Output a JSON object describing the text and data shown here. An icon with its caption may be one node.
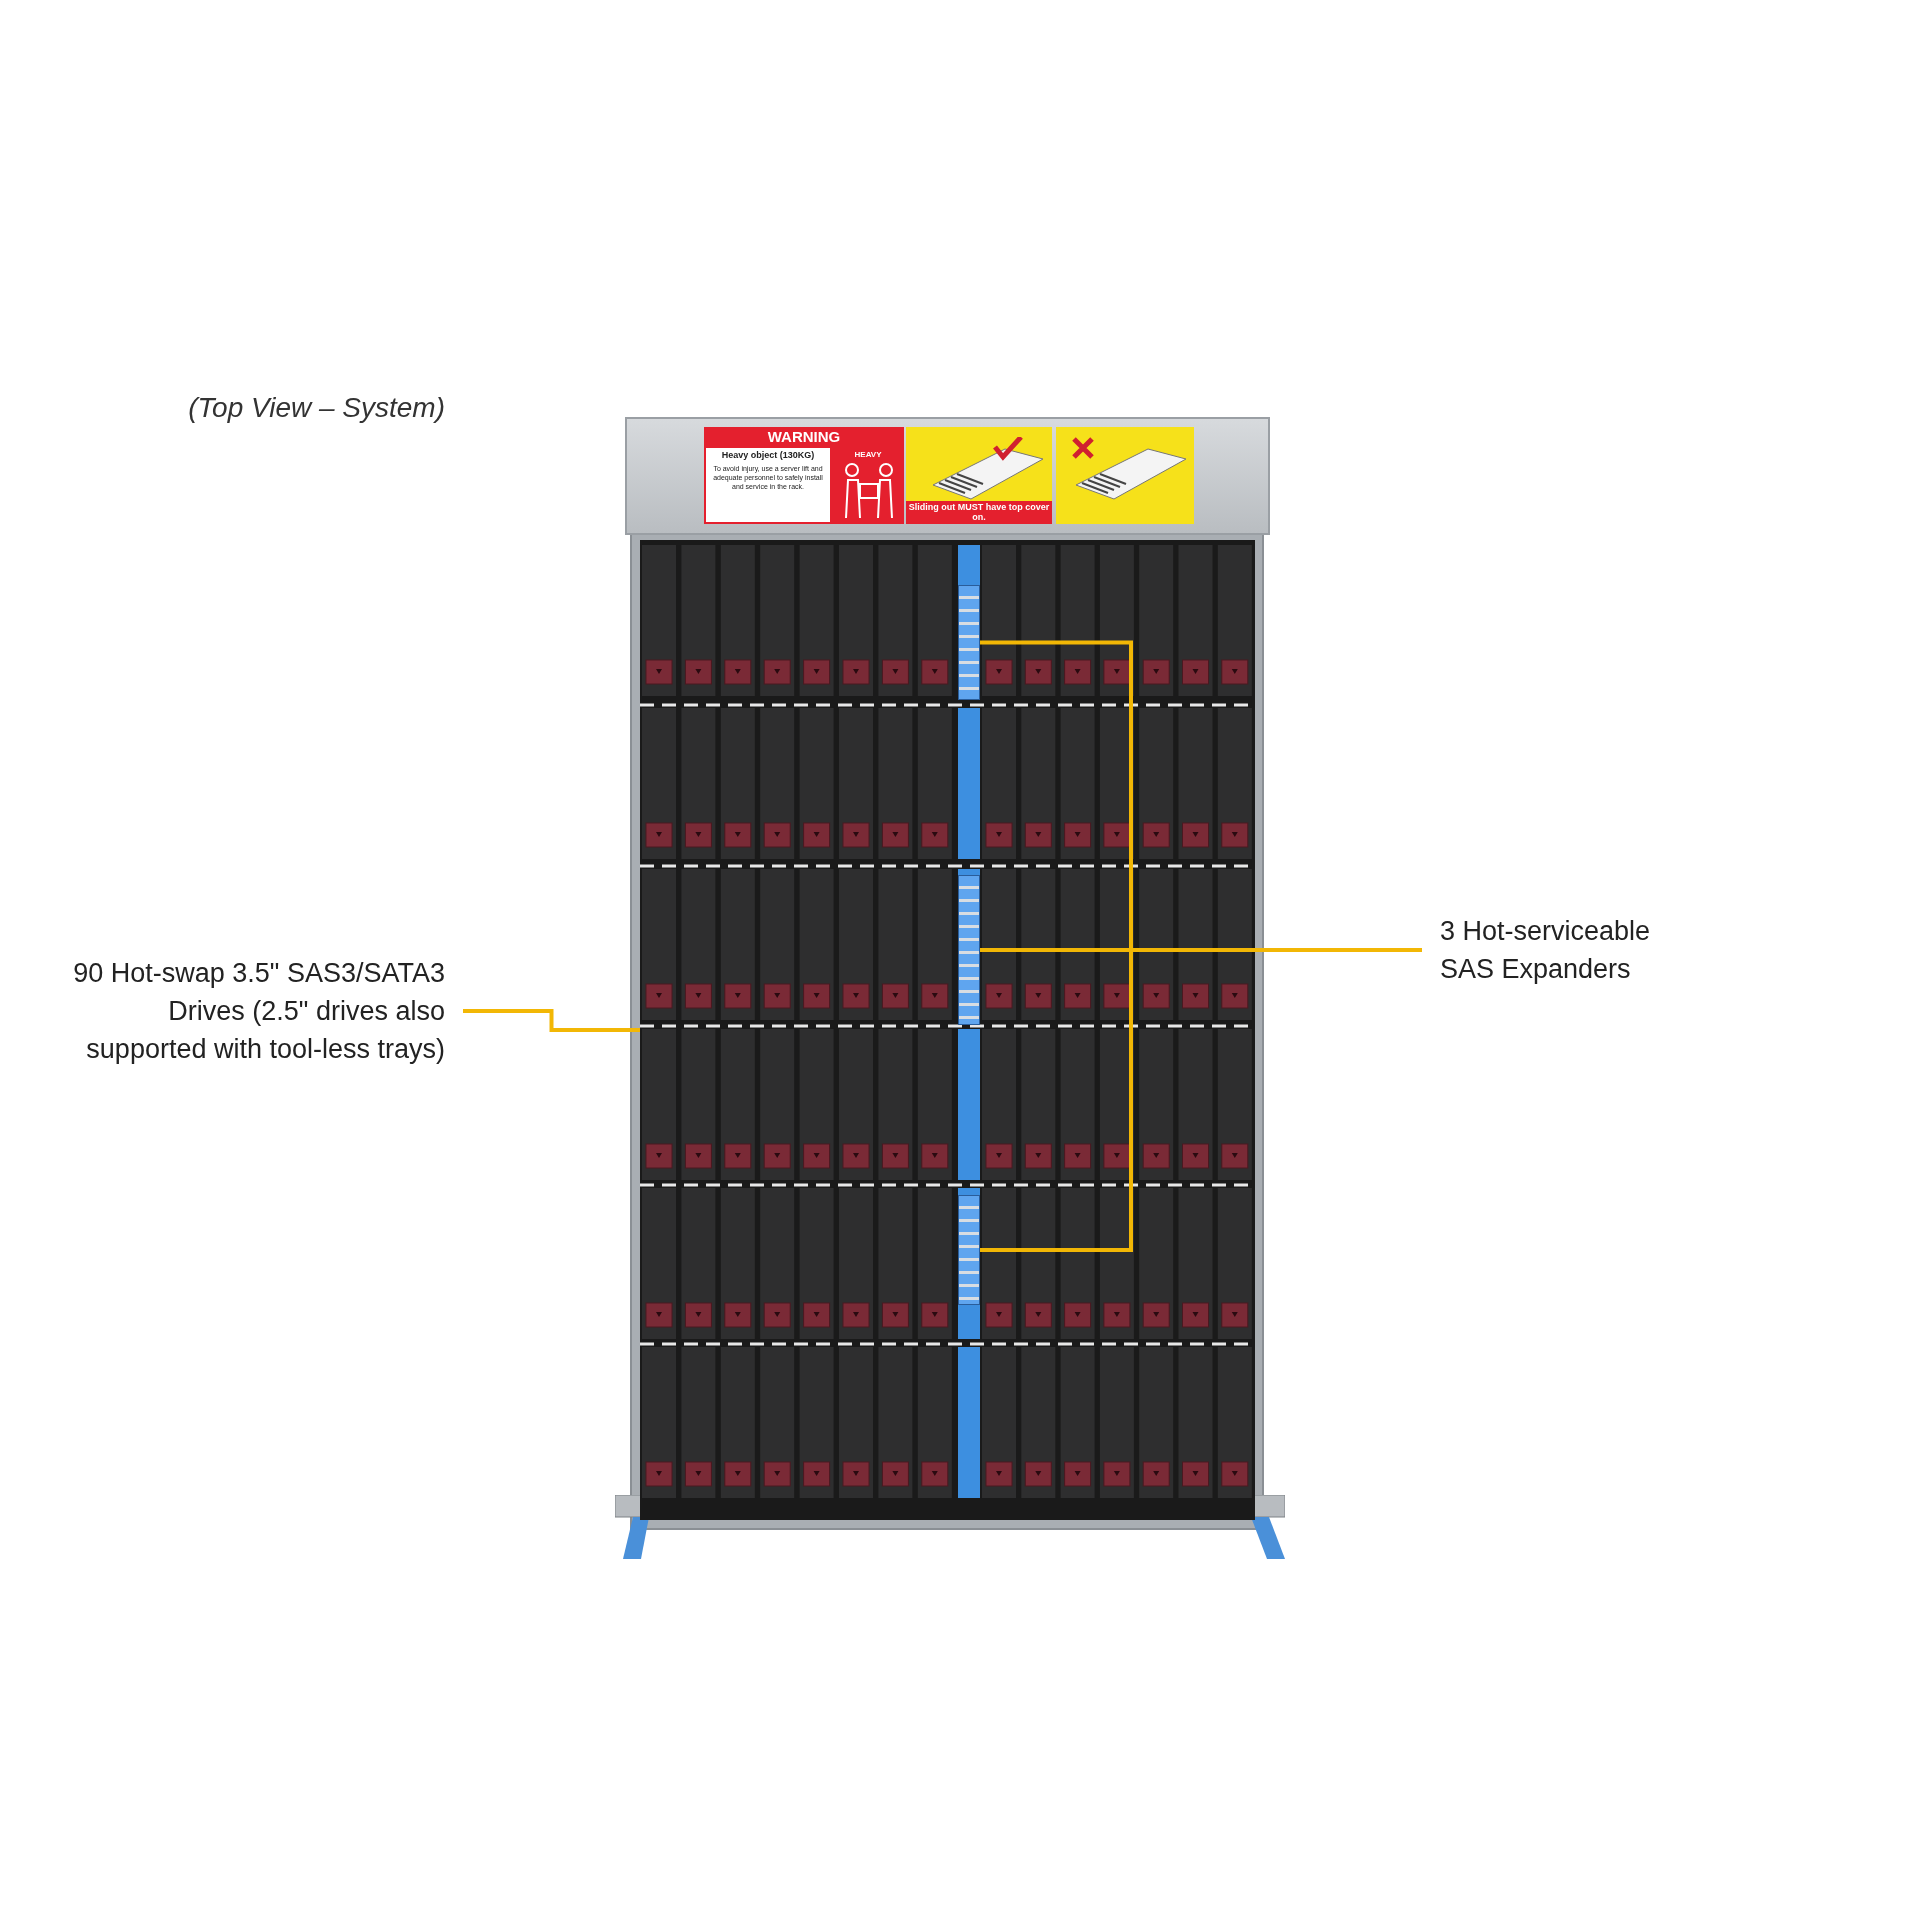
{
  "diagram": {
    "title": "(Top View – System)",
    "nodes": [
      {
        "text": [
          "90 Hot-swap 3.5\" SAS3/SATA3 Drives (2.5\" drives also supported with tool-less trays)"
        ]
      },
      {
        "text": [],
        "shape": "picture"
      },
      {
        "text": [
          "3 Hot-serviceable SAS Expanders"
        ]
      },
      {
        "text": [],
        "shape": "bar",
        "in": 1
      },
      {
        "text": [],
        "shape": "bar",
        "in": 1
      },
      {
        "text": [],
        "shape": "bar",
        "in": 1
      }
    ],
    "edges": [
      {
        "from": 0,
        "to": 1,
        "arrow": "none"
      },
      {
        "from": 2,
        "to": 3,
        "arrow": "none"
      },
      {
        "from": 2,
        "to": 4,
        "arrow": "none"
      },
      {
        "from": 2,
        "to": 5,
        "arrow": "none"
      }
    ],
    "labels": [
      "WARNING",
      "Heavy object (130KG)",
      "To avoid injury, use a server lift and adequate personnel to safely install and service in the rack.",
      "HEAVY",
      "Sliding out MUST have top cover on."
    ]
  }
}
